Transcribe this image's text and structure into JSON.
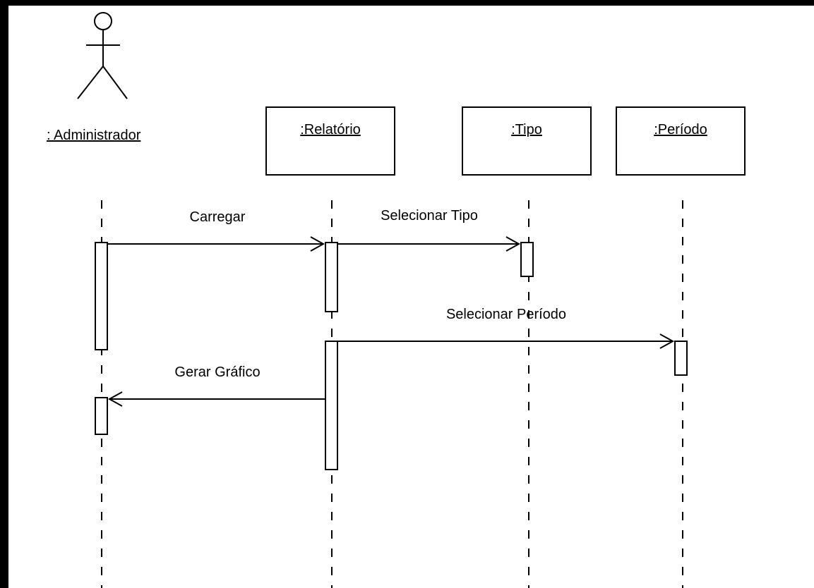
{
  "diagram": {
    "type": "sequence",
    "actor": {
      "label": ": Administrador"
    },
    "objects": [
      {
        "id": "relatorio",
        "label": ":Relatório"
      },
      {
        "id": "tipo",
        "label": ":Tipo"
      },
      {
        "id": "periodo",
        "label": ":Período"
      }
    ],
    "messages": [
      {
        "from": "actor",
        "to": "relatorio",
        "label": "Carregar"
      },
      {
        "from": "relatorio",
        "to": "tipo",
        "label": "Selecionar Tipo"
      },
      {
        "from": "relatorio",
        "to": "periodo",
        "label": "Selecionar Período"
      },
      {
        "from": "relatorio",
        "to": "actor",
        "label": "Gerar Gráfico"
      }
    ]
  },
  "colors": {
    "background": "#000000",
    "canvas": "#ffffff",
    "ink": "#000000"
  }
}
